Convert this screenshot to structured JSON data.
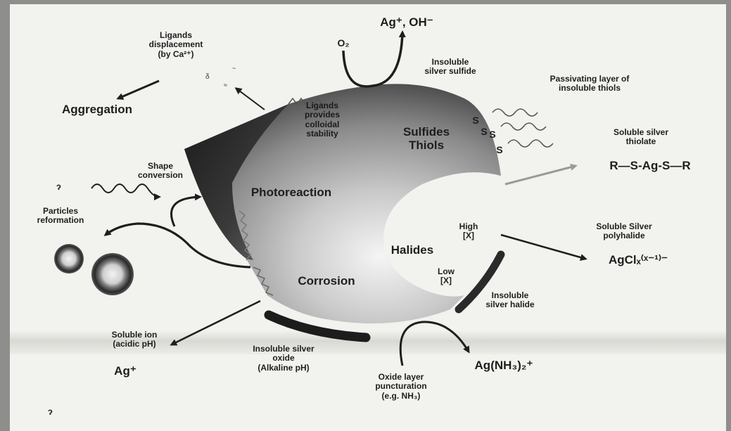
{
  "labels": {
    "ligands_displacement": "Ligands\ndisplacement\n(by Ca²⁺)",
    "aggregation": "Aggregation",
    "o2": "O₂",
    "ag_oh": "Ag⁺, OH⁻",
    "insoluble_silver_sulfide": "Insoluble\nsilver sulfide",
    "passivating_layer": "Passivating layer of\ninsoluble thiols",
    "ligands_stability": "Ligands\nprovides\ncolloidal\nstability",
    "sulfides_thiols": "Sulfides\nThiols",
    "s_marks": [
      "S",
      "S",
      "S",
      "S"
    ],
    "soluble_silver_thiolate": "Soluble silver\nthiolate",
    "thiolate_formula": "R—S-Ag-S—R",
    "shape_conversion": "Shape\nconversion",
    "photoreaction": "Photoreaction",
    "particles_reformation": "Particles\nreformation",
    "high_x": "High\n[X]",
    "halides": "Halides",
    "low_x": "Low\n[X]",
    "soluble_silver_polyhalide": "Soluble Silver\npolyhalide",
    "agcl_formula": "AgClₓ⁽ˣ⁻¹⁾⁻",
    "corrosion": "Corrosion",
    "insoluble_silver_halide": "Insoluble\nsilver halide",
    "soluble_ion": "Soluble ion\n(acidic pH)",
    "ag_plus": "Ag⁺",
    "insoluble_silver_oxide": "Insoluble silver\noxide\n(Alkaline pH)",
    "oxide_layer": "Oxide layer\npuncturation\n(e.g. NH₃)",
    "ag_nh3": "Ag(NH₃)₂⁺"
  },
  "colors": {
    "paper": "#f2f2ee",
    "particle_dark": "#2c2c2c",
    "particle_light": "#d6d6d6",
    "arrow": "#1e1e1e",
    "arrow_gray": "#9a9a9a"
  }
}
